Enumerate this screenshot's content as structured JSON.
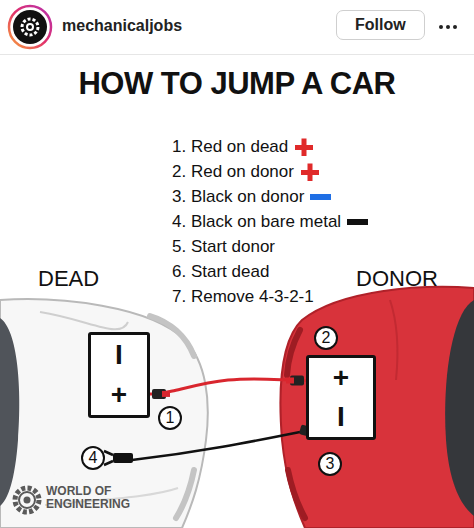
{
  "diagram": {
    "title": "HOW TO JUMP A CAR",
    "nodes": [
      {
        "text": [
          "Follow"
        ]
      },
      {
        "text": [
          "I",
          "+"
        ]
      },
      {
        "text": [
          "+",
          "I"
        ]
      },
      {
        "text": [
          "2"
        ]
      },
      {
        "text": [
          "1"
        ]
      },
      {
        "text": [
          "4"
        ]
      },
      {
        "text": [
          "3"
        ]
      }
    ],
    "edges": [
      {
        "from": 1,
        "to": 2,
        "arrow": "none"
      }
    ],
    "labels": [
      "mechanicaljobs",
      "1. Red on dead",
      "2. Red on donor",
      "3. Black on donor",
      "4. Black on bare metal",
      "5. Start donor",
      "6. Start dead",
      "7. Remove 4-3-2-1",
      "DEAD",
      "DONOR",
      "WORLD OF ENGINEERING"
    ]
  }
}
